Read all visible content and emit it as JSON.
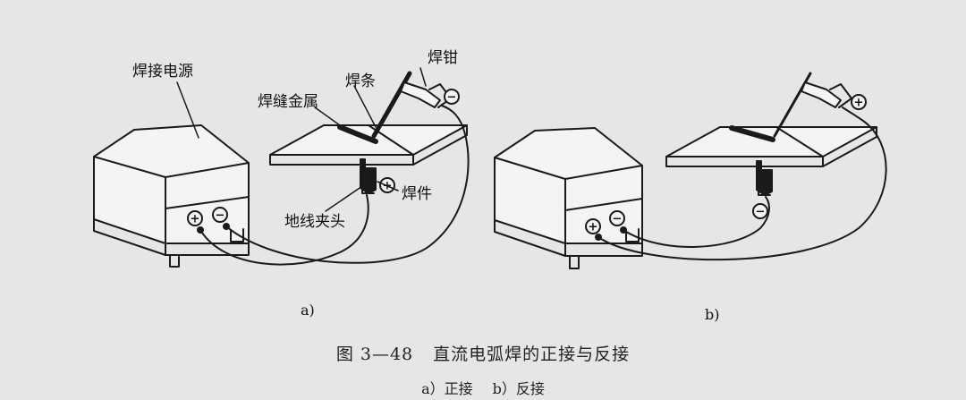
{
  "labels": {
    "power_source": "焊接电源",
    "weld_metal": "焊缝金属",
    "electrode": "焊条",
    "electrode_holder": "焊钳",
    "workpiece": "焊件",
    "ground_clamp": "地线夹头"
  },
  "signs": {
    "positive": "+",
    "negative": "−"
  },
  "subfigures": {
    "a": "a)",
    "b": "b)"
  },
  "caption": {
    "figure_number": "图 3—48",
    "title": "直流电弧焊的正接与反接",
    "sub_a": "a）正接",
    "sub_b": "b）反接"
  },
  "colors": {
    "ink": "#1a1a1a",
    "paper": "#e6e6e4",
    "box_fill": "#f4f4f2"
  }
}
